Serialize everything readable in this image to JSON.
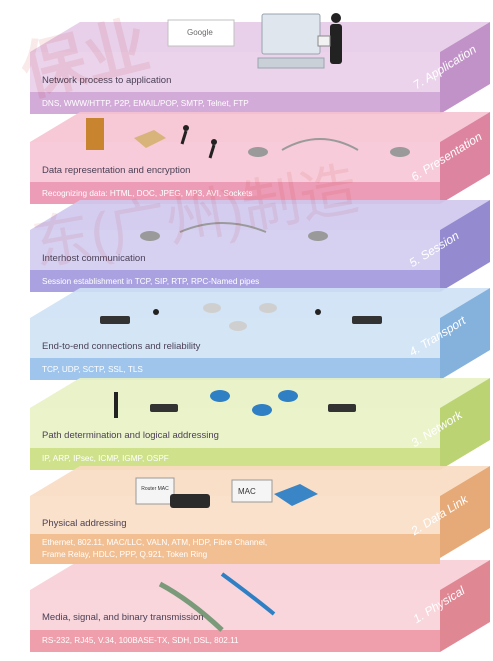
{
  "layers": [
    {
      "name": "7. Application",
      "description": "Network process to application",
      "protocols": [
        "DNS, WWW/HTTP, P2P, EMAIL/POP, SMTP, Telnet, FTP"
      ],
      "colors": {
        "top": "#e6cbe8",
        "front": "#d3abd8",
        "side": "#c192c7"
      }
    },
    {
      "name": "6. Presentation",
      "description": "Data representation and encryption",
      "protocols": [
        "Recognizing data: HTML, DOC, JPEG, MP3, AVI, Sockets"
      ],
      "colors": {
        "top": "#f6c2d2",
        "front": "#ec9cb6",
        "side": "#dd84a0"
      }
    },
    {
      "name": "5. Session",
      "description": "Interhost communication",
      "protocols": [
        "Session establishment in TCP, SIP, RTP, RPC-Named pipes"
      ],
      "colors": {
        "top": "#cfc8ee",
        "front": "#aaa2e0",
        "side": "#938ad0"
      }
    },
    {
      "name": "4. Transport",
      "description": "End-to-end connections and reliability",
      "protocols": [
        "TCP, UDP, SCTP, SSL, TLS"
      ],
      "colors": {
        "top": "#cde1f5",
        "front": "#9fc5ec",
        "side": "#85b1dd"
      }
    },
    {
      "name": "3. Network",
      "description": "Path determination and logical addressing",
      "protocols": [
        "IP, ARP, IPsec, ICMP, IGMP, OSPF"
      ],
      "colors": {
        "top": "#e7f1c2",
        "front": "#cfe28b",
        "side": "#bcd374"
      }
    },
    {
      "name": "2. Data Link",
      "description": "Physical addressing",
      "protocols": [
        "Ethernet, 802.11, MAC/LLC, VALN, ATM, HDP, Fibre Channel,",
        "Frame Relay, HDLC, PPP, Q.921, Token Ring"
      ],
      "colors": {
        "top": "#f9dcc2",
        "front": "#f2bf92",
        "side": "#e6aa78"
      }
    },
    {
      "name": "1. Physical",
      "description": "Media, signal, and binary transmission",
      "protocols": [
        "RS-232, RJ45, V.34, 100BASE-TX, SDH, DSL, 802.11"
      ],
      "colors": {
        "top": "#f7cfd6",
        "front": "#ee9fab",
        "side": "#e08794"
      }
    }
  ],
  "illustrations": {
    "search_logo": "Google",
    "router_label": "Router MAC",
    "mac_label": "MAC"
  },
  "watermark": {
    "line1": "保业",
    "line2": "东(广州)制造"
  },
  "icons": [
    "computer-icon",
    "person-icon",
    "atm-icon",
    "box-icon",
    "runner-icon",
    "router-icon",
    "bridge-icon",
    "flag-icon",
    "switch-icon",
    "cable-icon"
  ]
}
